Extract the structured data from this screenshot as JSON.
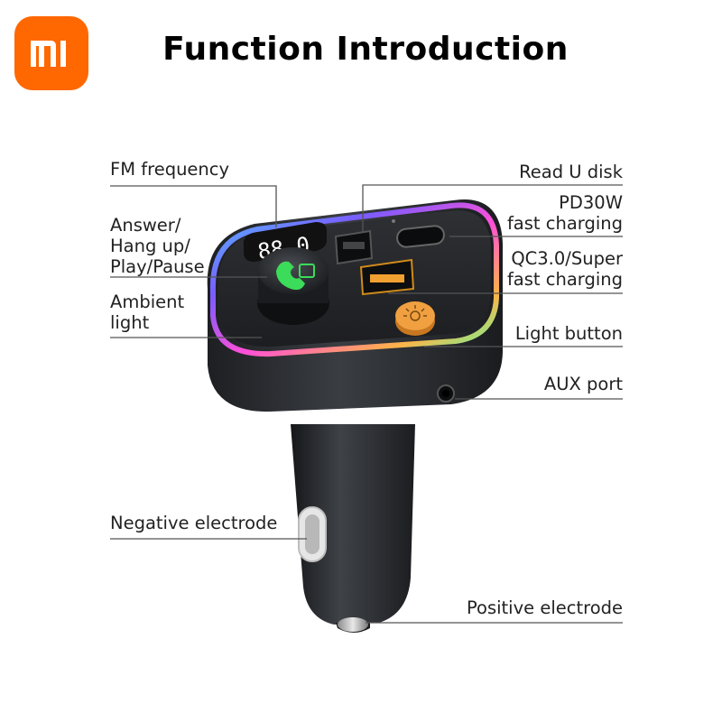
{
  "brand": {
    "logo_text": "mi",
    "color": "#ff6700"
  },
  "title": "Function Introduction",
  "labels": {
    "fm_frequency": "FM frequency",
    "answer": [
      "Answer/",
      "Hang up/",
      "Play/Pause"
    ],
    "ambient_light": [
      "Ambient",
      "light"
    ],
    "read_u_disk": "Read U disk",
    "pd30w": [
      "PD30W",
      "fast charging"
    ],
    "qc30": [
      "QC3.0/Super",
      "fast charging"
    ],
    "light_button": "Light button",
    "aux_port": "AUX port",
    "negative_electrode": "Negative electrode",
    "positive_electrode": "Positive electrode"
  },
  "display_text": "88.0",
  "colors": {
    "body": "#2a2d31",
    "knob_green": "#3bdc59",
    "light_button": "#f0a040"
  }
}
